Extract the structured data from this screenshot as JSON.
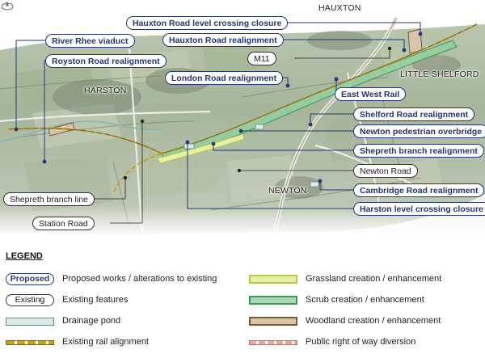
{
  "map": {
    "places": {
      "hauxton": "HAUXTON",
      "harston": "HARSTON",
      "little_shelford": "LITTLE SHELFORD",
      "newton": "NEWTON"
    },
    "proposed_labels": {
      "hauxton_crossing": "Hauxton Road level crossing closure",
      "hauxton_realign": "Hauxton Road realignment",
      "river_rhee": "River Rhee viaduct",
      "royston": "Royston Road realignment",
      "london_road": "London Road realignment",
      "east_west_rail": "East West Rail",
      "shelford_road": "Shelford Road realignment",
      "newton_bridge": "Newton pedestrian overbridge",
      "shepreth_realign": "Shepreth branch realignment",
      "cambridge_road": "Cambridge Road realignment",
      "harston_crossing": "Harston level crossing closure"
    },
    "existing_labels": {
      "m11": "M11",
      "newton_road": "Newton Road",
      "shepreth_line": "Shepreth branch line",
      "station_road": "Station Road"
    }
  },
  "legend": {
    "title": "LEGEND",
    "proposed_swatch": "Proposed",
    "proposed": "Proposed works / alterations to existing",
    "existing_swatch": "Existing",
    "existing": "Existing features",
    "pond": "Drainage pond",
    "rail": "Existing rail alignment",
    "grass": "Grassland creation / enhancement",
    "scrub": "Scrub creation / enhancement",
    "wood": "Woodland creation / enhancement",
    "prow": "Public right of way diversion"
  },
  "colors": {
    "proposed": "#23377a",
    "rail": "#c9a018",
    "grass": "#b9c94e",
    "scrub": "#3f9a5a",
    "wood": "#7a5a33",
    "prow": "#e9a79b"
  }
}
